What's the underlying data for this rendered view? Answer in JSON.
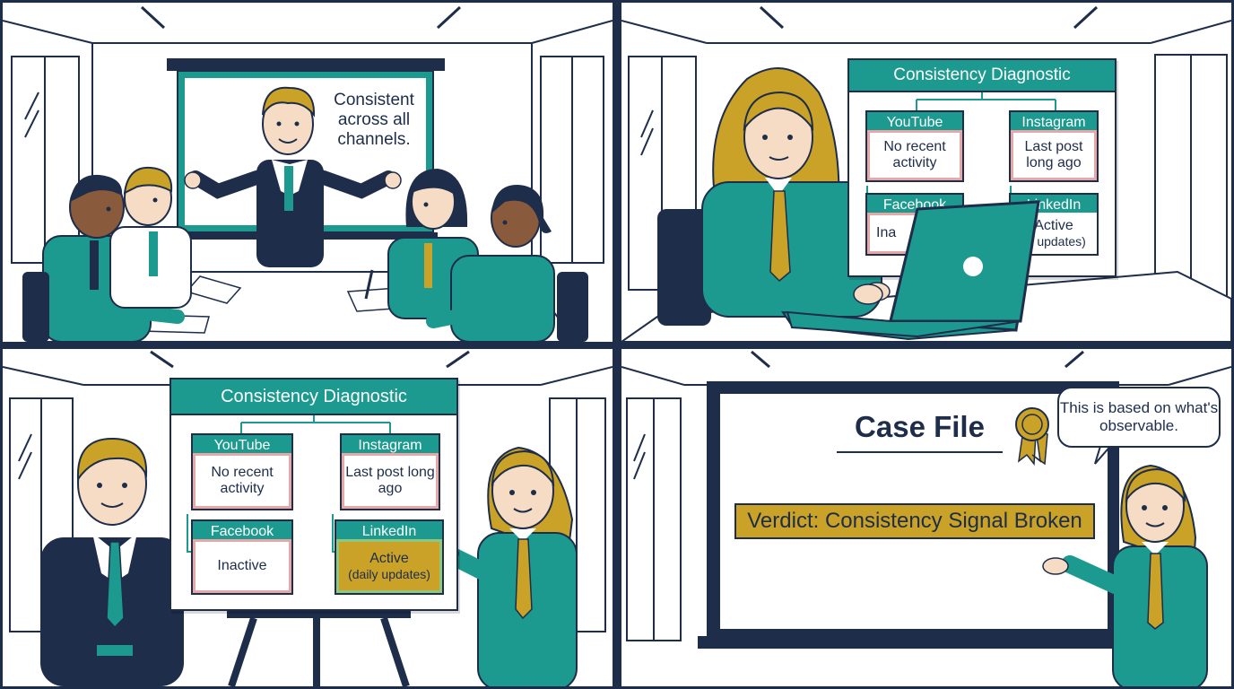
{
  "panel1": {
    "screen_text": "Consistent across all channels."
  },
  "panel2": {
    "diagnostic": {
      "title": "Consistency Diagnostic",
      "cards": [
        {
          "label": "YouTube",
          "status": "No recent activity"
        },
        {
          "label": "Instagram",
          "status": "Last post long ago"
        },
        {
          "label": "Facebook",
          "status": "Ina"
        },
        {
          "label": "LinkedIn",
          "status": "Active",
          "detail": "ily updates)"
        }
      ]
    }
  },
  "panel3": {
    "diagnostic": {
      "title": "Consistency Diagnostic",
      "cards": [
        {
          "label": "YouTube",
          "status": "No recent activity"
        },
        {
          "label": "Instagram",
          "status": "Last post long ago"
        },
        {
          "label": "Facebook",
          "status": "Inactive"
        },
        {
          "label": "LinkedIn",
          "status": "Active",
          "detail": "(daily updates)"
        }
      ]
    }
  },
  "panel4": {
    "case_file_title": "Case File",
    "verdict": "Verdict: Consistency Signal Broken",
    "speech": "This is based on what's observable."
  },
  "colors": {
    "navy": "#1d2d4a",
    "teal": "#1d9a8f",
    "gold": "#c9a227",
    "skin_light": "#f6dcc4",
    "skin_dark": "#8a5a3c"
  }
}
